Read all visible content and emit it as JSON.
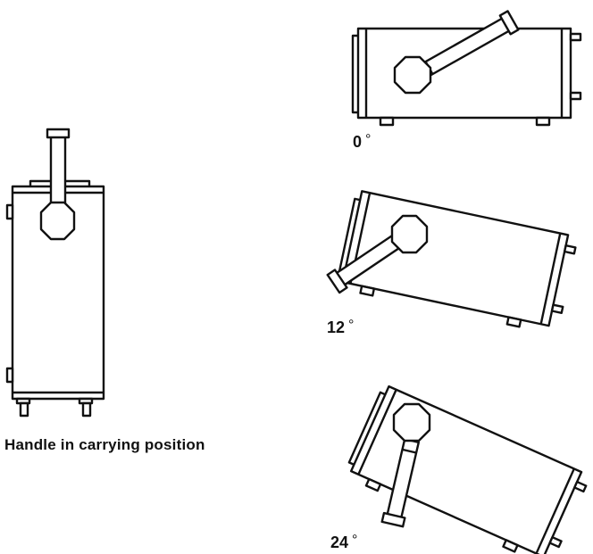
{
  "captions": {
    "carrying": "Handle in carrying position",
    "angle_0": "0",
    "angle_12": "12",
    "angle_24": "24",
    "degree_symbol": "°"
  }
}
